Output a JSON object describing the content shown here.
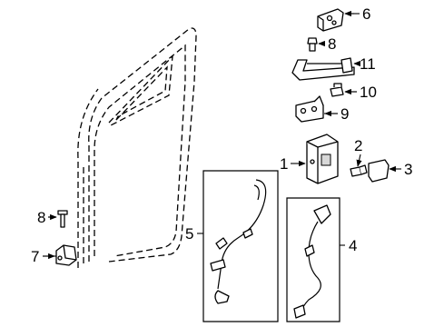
{
  "callouts": {
    "c1": "1",
    "c2": "2",
    "c3": "3",
    "c4": "4",
    "c5": "5",
    "c6": "6",
    "c7": "7",
    "c8_top": "8",
    "c8_left": "8",
    "c9": "9",
    "c10": "10",
    "c11": "11"
  }
}
